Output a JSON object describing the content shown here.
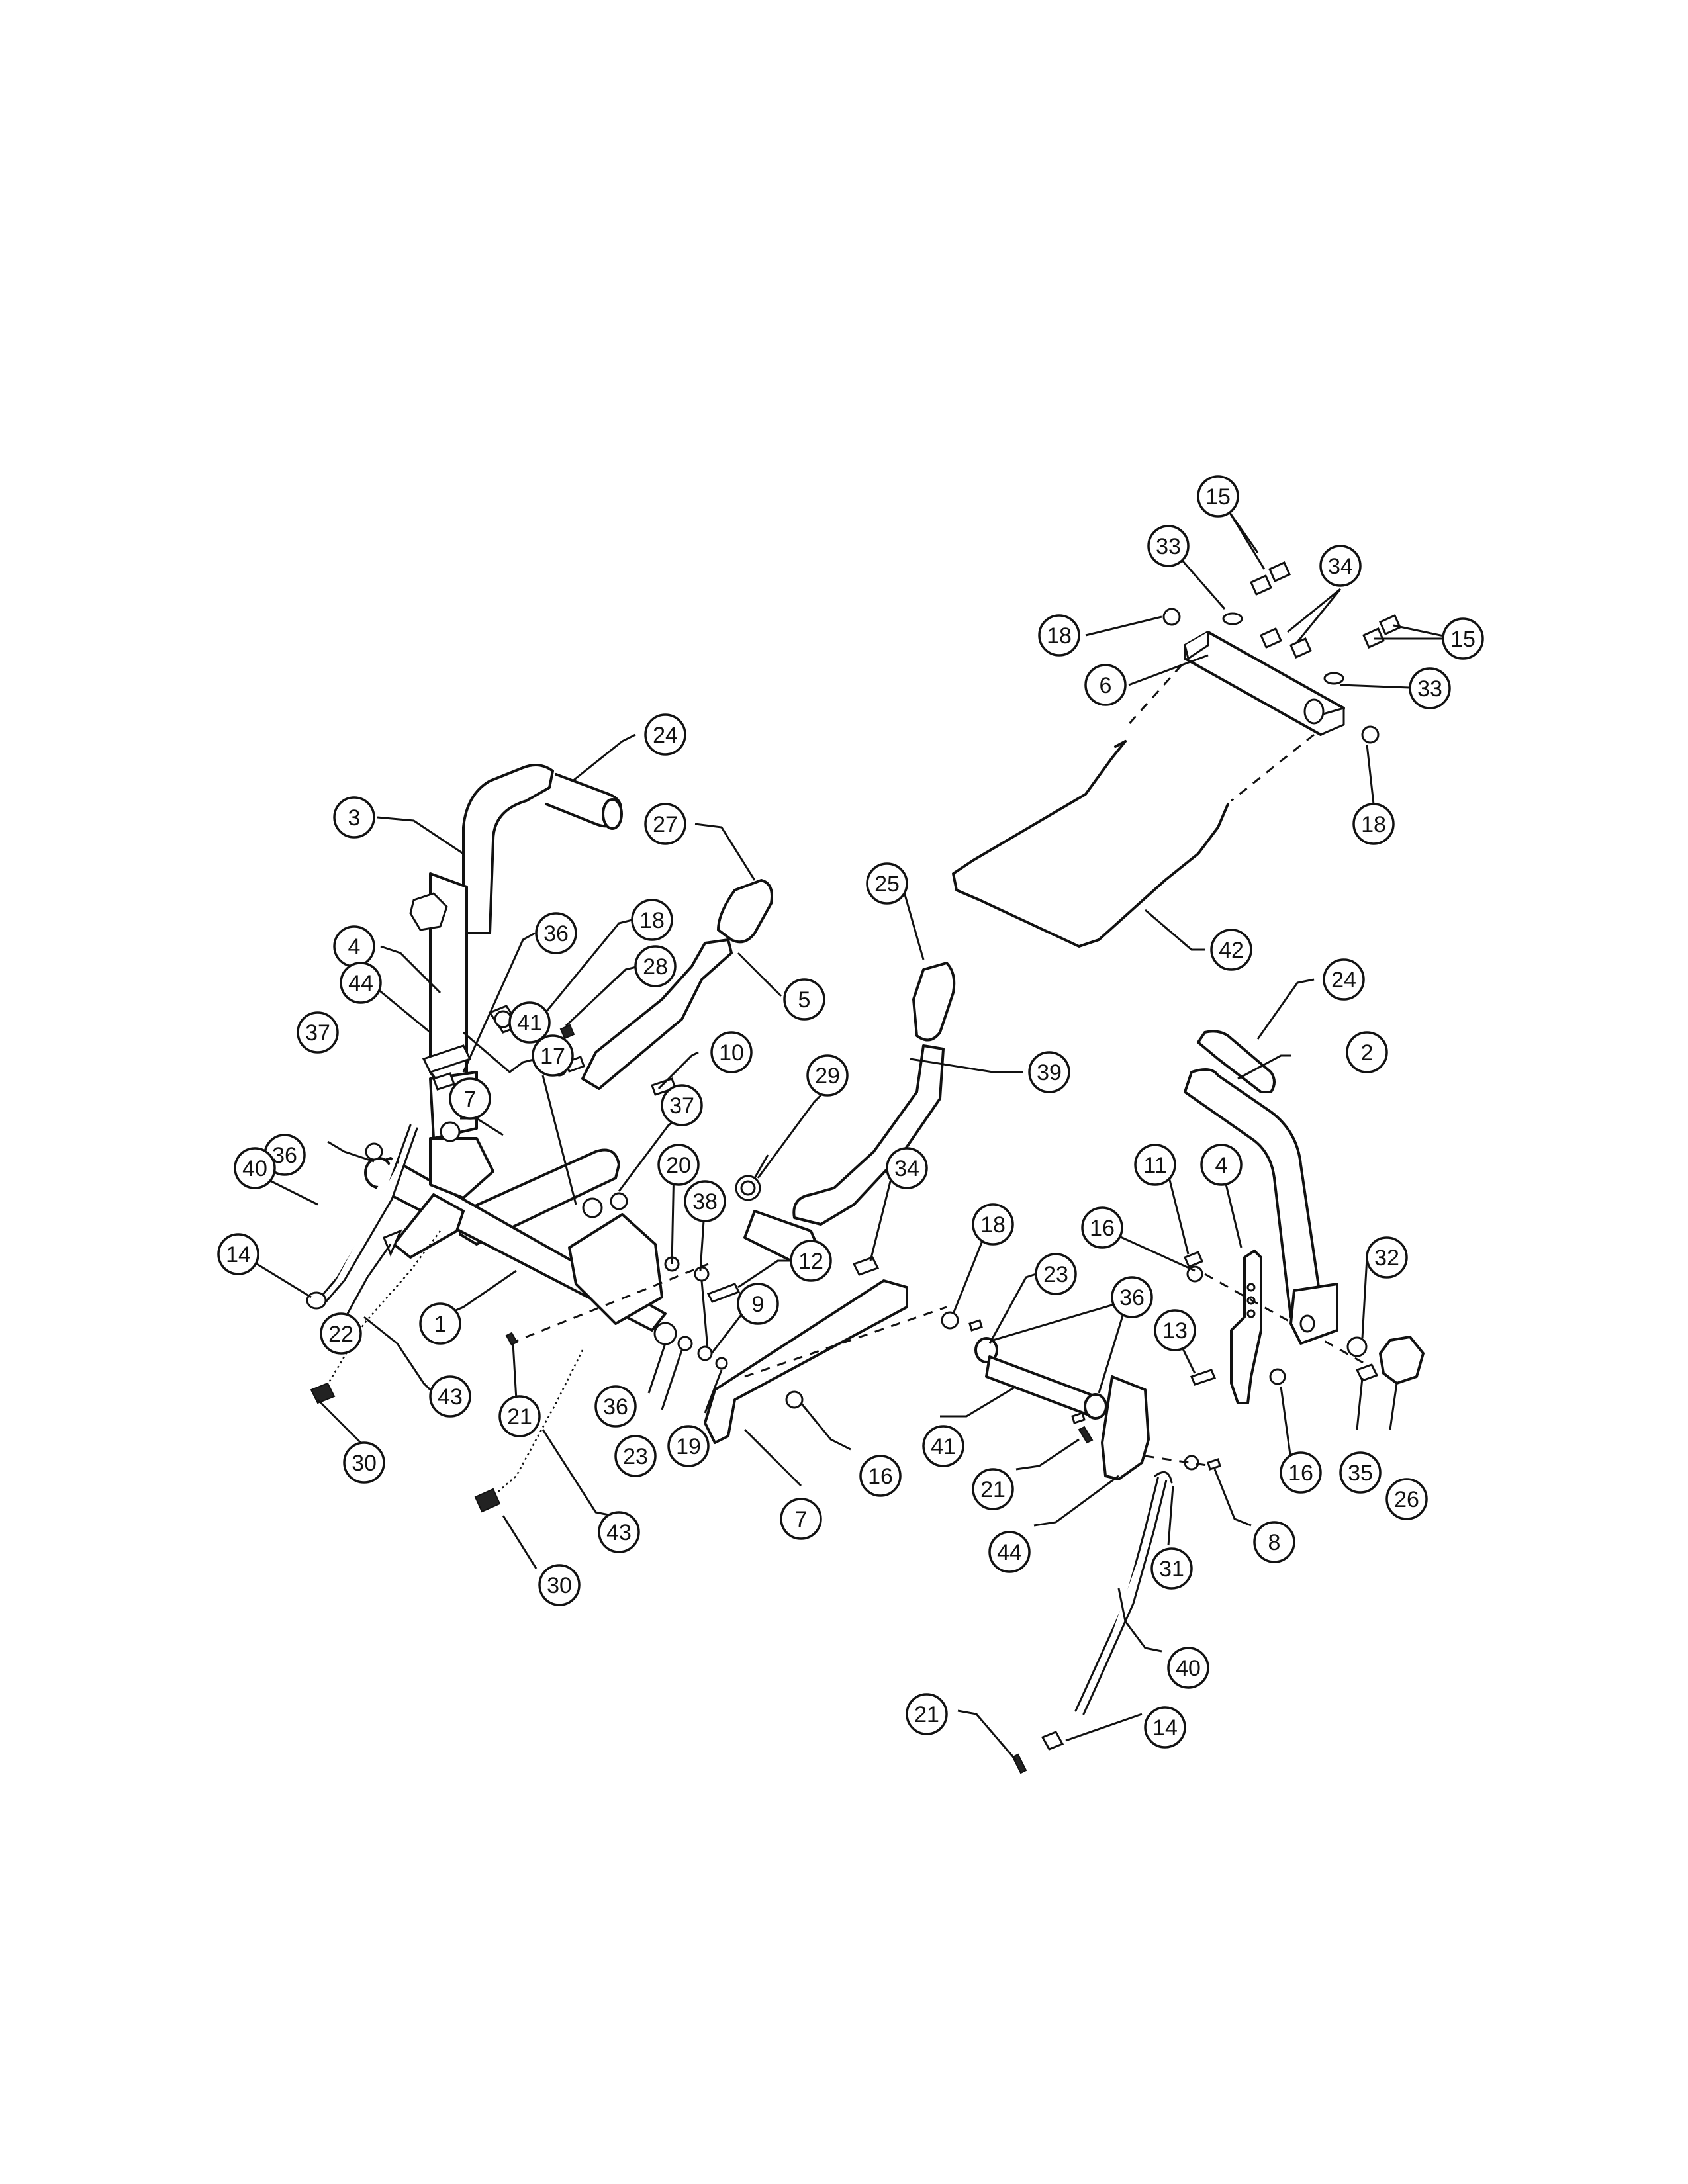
{
  "diagram": {
    "callouts": [
      {
        "label": "15"
      },
      {
        "label": "33"
      },
      {
        "label": "34"
      },
      {
        "label": "18"
      },
      {
        "label": "15"
      },
      {
        "label": "6"
      },
      {
        "label": "33"
      },
      {
        "label": "18"
      },
      {
        "label": "24"
      },
      {
        "label": "3"
      },
      {
        "label": "27"
      },
      {
        "label": "25"
      },
      {
        "label": "42"
      },
      {
        "label": "36"
      },
      {
        "label": "18"
      },
      {
        "label": "4"
      },
      {
        "label": "28"
      },
      {
        "label": "5"
      },
      {
        "label": "44"
      },
      {
        "label": "41"
      },
      {
        "label": "24"
      },
      {
        "label": "2"
      },
      {
        "label": "37"
      },
      {
        "label": "10"
      },
      {
        "label": "39"
      },
      {
        "label": "7"
      },
      {
        "label": "37"
      },
      {
        "label": "17"
      },
      {
        "label": "29"
      },
      {
        "label": "36"
      },
      {
        "label": "40"
      },
      {
        "label": "20"
      },
      {
        "label": "34"
      },
      {
        "label": "11"
      },
      {
        "label": "4"
      },
      {
        "label": "38"
      },
      {
        "label": "18"
      },
      {
        "label": "16"
      },
      {
        "label": "32"
      },
      {
        "label": "14"
      },
      {
        "label": "12"
      },
      {
        "label": "23"
      },
      {
        "label": "36"
      },
      {
        "label": "9"
      },
      {
        "label": "22"
      },
      {
        "label": "1"
      },
      {
        "label": "13"
      },
      {
        "label": "43"
      },
      {
        "label": "21"
      },
      {
        "label": "36"
      },
      {
        "label": "30"
      },
      {
        "label": "23"
      },
      {
        "label": "19"
      },
      {
        "label": "41"
      },
      {
        "label": "16"
      },
      {
        "label": "35"
      },
      {
        "label": "26"
      },
      {
        "label": "21"
      },
      {
        "label": "16"
      },
      {
        "label": "7"
      },
      {
        "label": "44"
      },
      {
        "label": "8"
      },
      {
        "label": "43"
      },
      {
        "label": "31"
      },
      {
        "label": "30"
      },
      {
        "label": "40"
      },
      {
        "label": "21"
      },
      {
        "label": "14"
      }
    ]
  }
}
